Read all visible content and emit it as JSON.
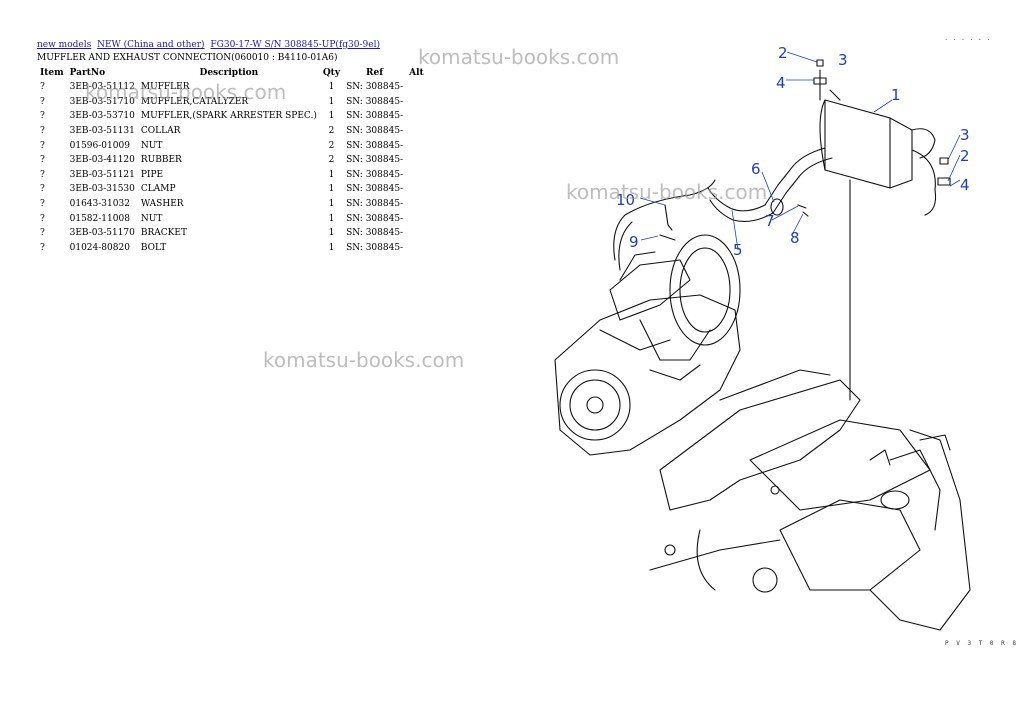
{
  "breadcrumb": [
    {
      "label": "new models"
    },
    {
      "label": "NEW (China and other)"
    },
    {
      "label": "FG30-17-W S/N 308845-UP(fg30-9el)"
    }
  ],
  "subtitle": "MUFFLER AND EXHAUST CONNECTION(060010 : B4110-01A6)",
  "table": {
    "headers": {
      "item": "Item",
      "partno": "PartNo",
      "description": "Description",
      "qty": "Qty",
      "ref": "Ref",
      "alt": "Alt"
    },
    "rows": [
      {
        "item": "?",
        "partno": "3EB-03-51112",
        "description": "MUFFLER",
        "qty": "1",
        "ref": "SN: 308845-",
        "alt": ""
      },
      {
        "item": "?",
        "partno": "3EB-03-51710",
        "description": "MUFFLER,CATALYZER",
        "qty": "1",
        "ref": "SN: 308845-",
        "alt": ""
      },
      {
        "item": "?",
        "partno": "3EB-03-53710",
        "description": "MUFFLER,(SPARK ARRESTER SPEC.)",
        "qty": "1",
        "ref": "SN: 308845-",
        "alt": ""
      },
      {
        "item": "?",
        "partno": "3EB-03-51131",
        "description": "COLLAR",
        "qty": "2",
        "ref": "SN: 308845-",
        "alt": ""
      },
      {
        "item": "?",
        "partno": "01596-01009",
        "description": "NUT",
        "qty": "2",
        "ref": "SN: 308845-",
        "alt": ""
      },
      {
        "item": "?",
        "partno": "3EB-03-41120",
        "description": "RUBBER",
        "qty": "2",
        "ref": "SN: 308845-",
        "alt": ""
      },
      {
        "item": "?",
        "partno": "3EB-03-51121",
        "description": "PIPE",
        "qty": "1",
        "ref": "SN: 308845-",
        "alt": ""
      },
      {
        "item": "?",
        "partno": "3EB-03-31530",
        "description": "CLAMP",
        "qty": "1",
        "ref": "SN: 308845-",
        "alt": ""
      },
      {
        "item": "?",
        "partno": "01643-31032",
        "description": "WASHER",
        "qty": "1",
        "ref": "SN: 308845-",
        "alt": ""
      },
      {
        "item": "?",
        "partno": "01582-11008",
        "description": "NUT",
        "qty": "1",
        "ref": "SN: 308845-",
        "alt": ""
      },
      {
        "item": "?",
        "partno": "3EB-03-51170",
        "description": "BRACKET",
        "qty": "1",
        "ref": "SN: 308845-",
        "alt": ""
      },
      {
        "item": "?",
        "partno": "01024-80820",
        "description": "BOLT",
        "qty": "1",
        "ref": "SN: 308845-",
        "alt": ""
      }
    ]
  },
  "watermark": "komatsu-books.com",
  "diagram": {
    "callouts": [
      "1",
      "2",
      "3",
      "4",
      "5",
      "6",
      "7",
      "8",
      "9",
      "10",
      "2",
      "3",
      "4"
    ],
    "callout_color": "#1f3fb0"
  },
  "top_dots": ". . . . . .",
  "page_code": "P V 3 T 0 R 8"
}
